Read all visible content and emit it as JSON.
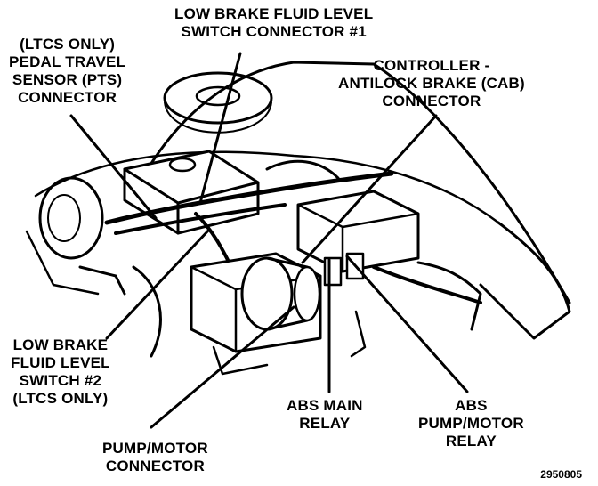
{
  "labels": {
    "low_brake_switch_1": [
      "LOW BRAKE FLUID LEVEL",
      "SWITCH CONNECTOR #1"
    ],
    "pts_connector": [
      "(LTCS ONLY)",
      "PEDAL TRAVEL",
      "SENSOR (PTS)",
      "CONNECTOR"
    ],
    "cab_connector": [
      "CONTROLLER -",
      "ANTILOCK BRAKE (CAB)",
      "CONNECTOR"
    ],
    "low_brake_switch_2": [
      "LOW BRAKE",
      "FLUID LEVEL",
      "SWITCH #2",
      "(LTCS ONLY)"
    ],
    "abs_main_relay": [
      "ABS MAIN",
      "RELAY"
    ],
    "abs_pump_relay": [
      "ABS",
      "PUMP/MOTOR",
      "RELAY"
    ],
    "pump_motor_connector": [
      "PUMP/MOTOR",
      "CONNECTOR"
    ]
  },
  "figure_number": "2950805"
}
